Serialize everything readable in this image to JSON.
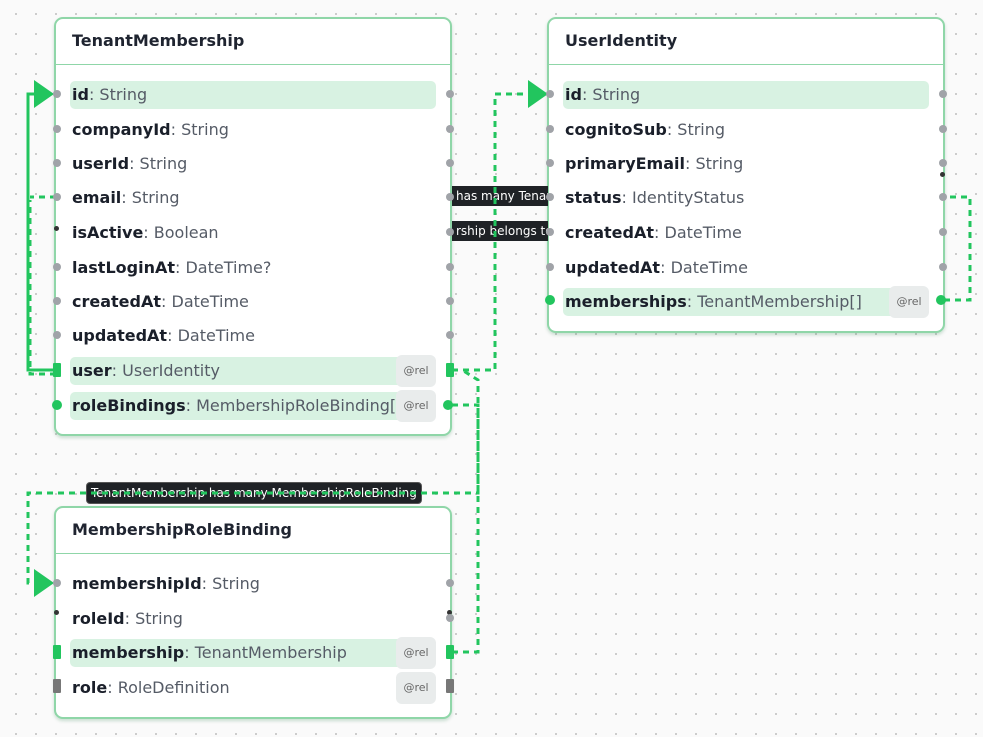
{
  "nodes": {
    "tenant_membership": {
      "title": "TenantMembership",
      "fields": [
        {
          "name": "id",
          "type": "String"
        },
        {
          "name": "companyId",
          "type": "String"
        },
        {
          "name": "userId",
          "type": "String"
        },
        {
          "name": "email",
          "type": "String"
        },
        {
          "name": "isActive",
          "type": "Boolean"
        },
        {
          "name": "lastLoginAt",
          "type": "DateTime?"
        },
        {
          "name": "createdAt",
          "type": "DateTime"
        },
        {
          "name": "updatedAt",
          "type": "DateTime"
        },
        {
          "name": "user",
          "type": "UserIdentity",
          "tag": "@rel"
        },
        {
          "name": "roleBindings",
          "type": "MembershipRoleBinding[]",
          "tag": "@rel"
        }
      ]
    },
    "user_identity": {
      "title": "UserIdentity",
      "fields": [
        {
          "name": "id",
          "type": "String"
        },
        {
          "name": "cognitoSub",
          "type": "String"
        },
        {
          "name": "primaryEmail",
          "type": "String"
        },
        {
          "name": "status",
          "type": "IdentityStatus"
        },
        {
          "name": "createdAt",
          "type": "DateTime"
        },
        {
          "name": "updatedAt",
          "type": "DateTime"
        },
        {
          "name": "memberships",
          "type": "TenantMembership[]",
          "tag": "@rel"
        }
      ]
    },
    "membership_role_binding": {
      "title": "MembershipRoleBinding",
      "fields": [
        {
          "name": "membershipId",
          "type": "String"
        },
        {
          "name": "roleId",
          "type": "String"
        },
        {
          "name": "membership",
          "type": "TenantMembership",
          "tag": "@rel"
        },
        {
          "name": "role",
          "type": "RoleDefinition",
          "tag": "@rel"
        }
      ]
    }
  },
  "edge_labels": {
    "has_many_tenant": "has many Tenan",
    "belongs_to": "rship belongs to",
    "has_many_binding": "TenantMembership has many MembershipRoleBinding"
  },
  "colors": {
    "accent": "#22c55e",
    "node_border": "#8fd6a8",
    "highlight_row": "#d8f2e2",
    "handle": "#a0a3a8",
    "label_bg": "#1f2226"
  }
}
